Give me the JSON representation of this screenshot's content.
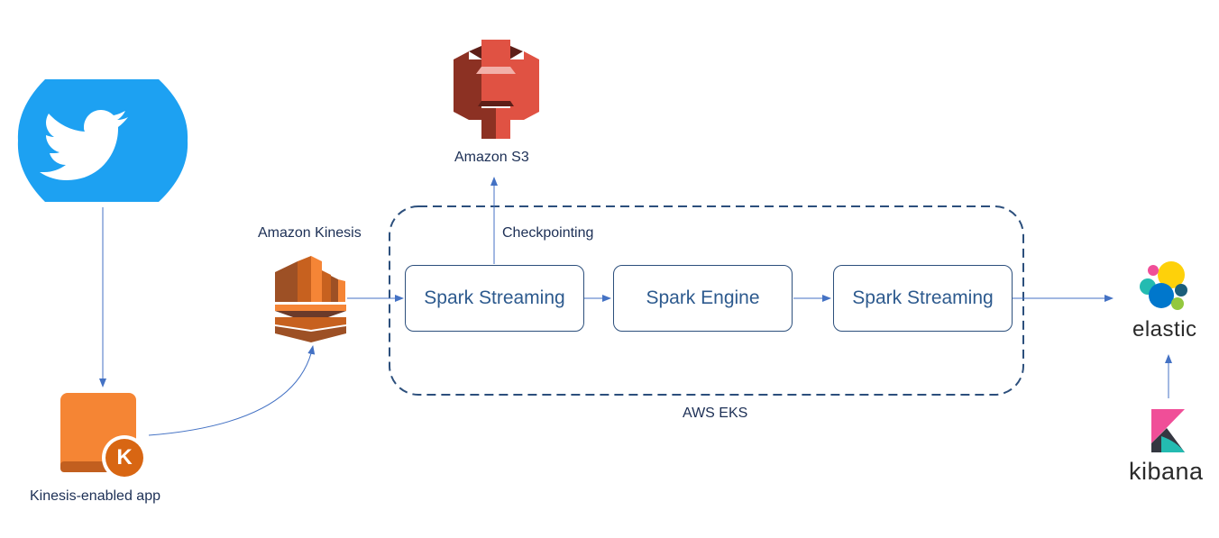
{
  "labels": {
    "s3": "Amazon S3",
    "kinesis": "Amazon Kinesis",
    "checkpointing": "Checkpointing",
    "eks": "AWS EKS",
    "app": "Kinesis-enabled app",
    "app_badge": "K",
    "elastic": "elastic",
    "kibana": "kibana"
  },
  "nodes": {
    "spark_streaming_in": "Spark Streaming",
    "spark_engine": "Spark Engine",
    "spark_streaming_out": "Spark Streaming"
  },
  "colors": {
    "twitter": "#1da1f2",
    "s3": "#e05243",
    "kinesis": "#c7611f",
    "app": "#f58534",
    "arrow": "#4472c4",
    "eks_border": "#2c4f7c"
  }
}
